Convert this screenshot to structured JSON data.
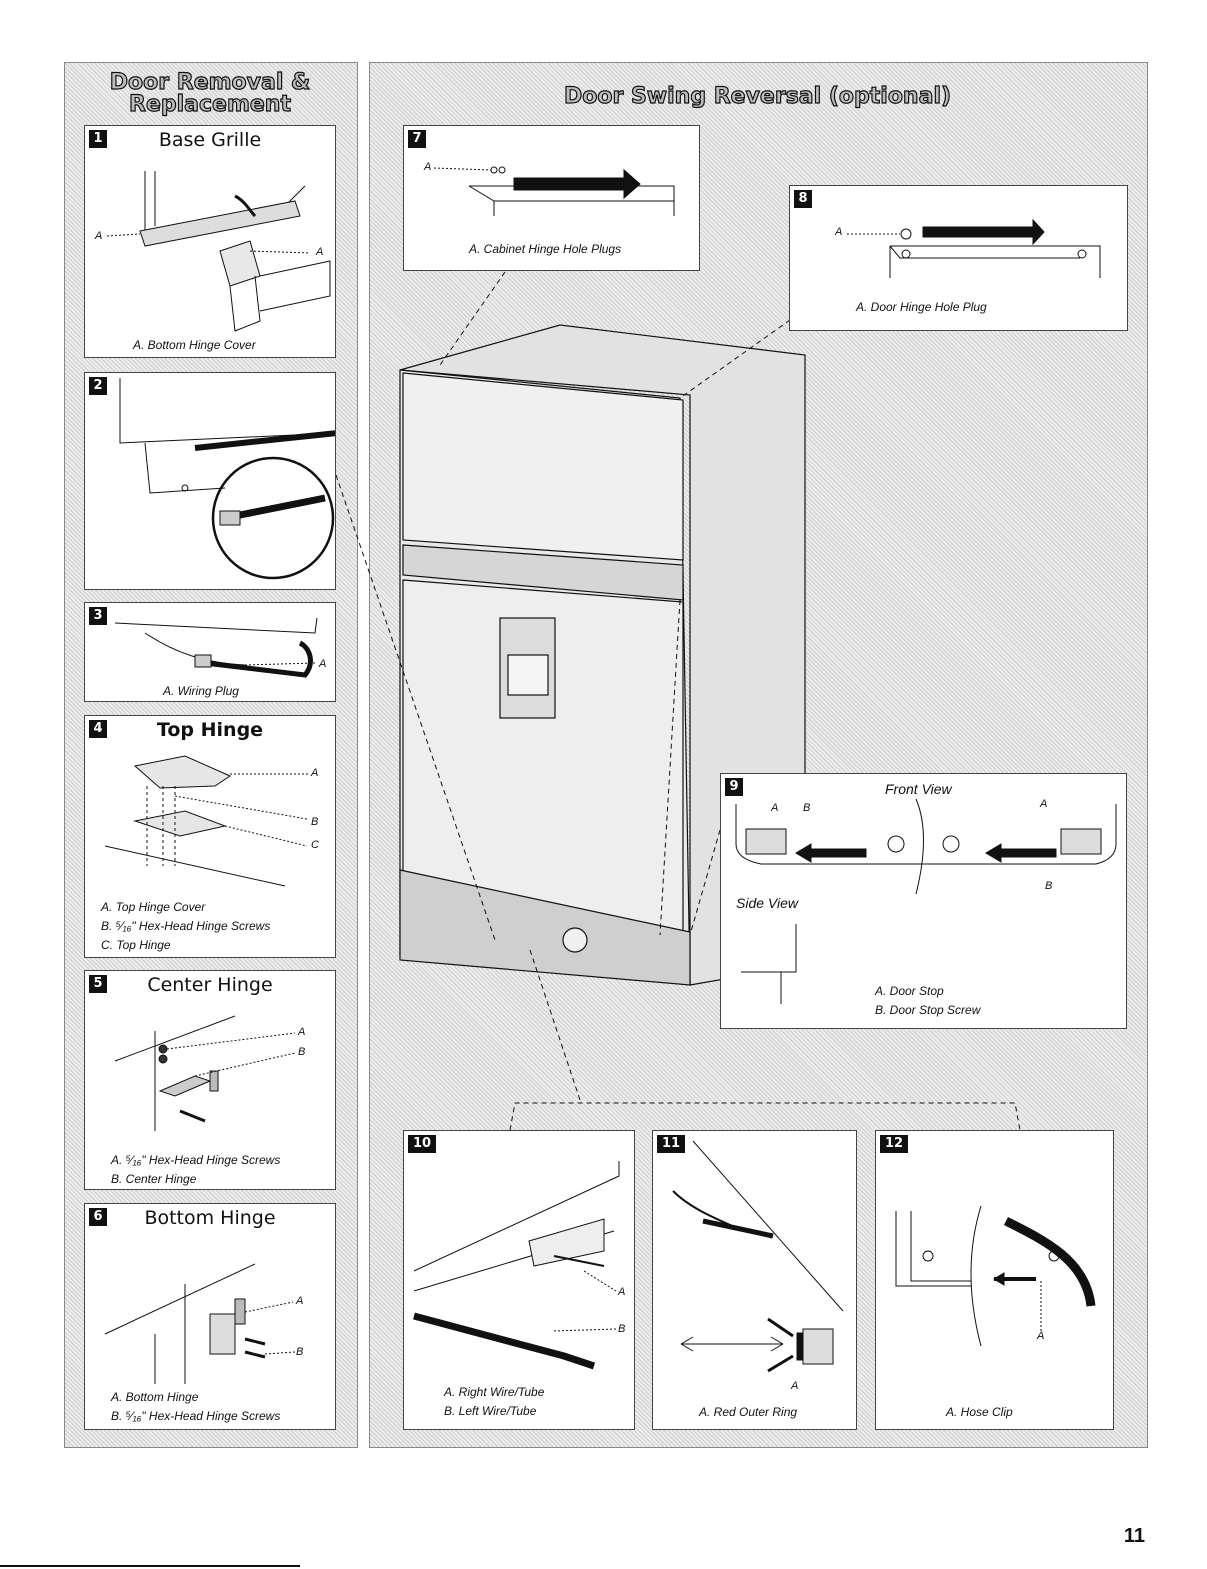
{
  "left_section": {
    "heading_line1": "Door Removal &",
    "heading_line2": "Replacement"
  },
  "right_section": {
    "heading": "Door Swing Reversal (optional)"
  },
  "steps": {
    "s1": {
      "num": "1",
      "title": "Base Grille",
      "caption": "A. Bottom Hinge Cover",
      "labels": [
        "A",
        "A"
      ]
    },
    "s2": {
      "num": "2"
    },
    "s3": {
      "num": "3",
      "caption": "A. Wiring Plug",
      "labels": [
        "A"
      ]
    },
    "s4": {
      "num": "4",
      "title": "Top Hinge",
      "captions": [
        "A. Top Hinge Cover",
        "B. ⁵⁄₁₆\" Hex-Head Hinge Screws",
        "C. Top Hinge"
      ],
      "labels": [
        "A",
        "B",
        "C"
      ]
    },
    "s5": {
      "num": "5",
      "title": "Center Hinge",
      "captions": [
        "A. ⁵⁄₁₆\" Hex-Head Hinge Screws",
        "B. Center Hinge"
      ],
      "labels": [
        "A",
        "B"
      ]
    },
    "s6": {
      "num": "6",
      "title": "Bottom Hinge",
      "captions": [
        "A. Bottom Hinge",
        "B. ⁵⁄₁₆\" Hex-Head Hinge Screws"
      ],
      "labels": [
        "A",
        "B"
      ]
    },
    "s7": {
      "num": "7",
      "caption": "A. Cabinet Hinge Hole Plugs",
      "labels": [
        "A"
      ]
    },
    "s8": {
      "num": "8",
      "caption": "A. Door Hinge Hole Plug",
      "labels": [
        "A"
      ]
    },
    "s9": {
      "num": "9",
      "front_view": "Front View",
      "side_view": "Side View",
      "captions": [
        "A. Door Stop",
        "B. Door Stop Screw"
      ],
      "labels": [
        "A",
        "B",
        "A",
        "B"
      ]
    },
    "s10": {
      "num": "10",
      "captions": [
        "A. Right Wire/Tube",
        "B. Left Wire/Tube"
      ],
      "labels": [
        "A",
        "B"
      ]
    },
    "s11": {
      "num": "11",
      "caption": "A. Red Outer Ring",
      "labels": [
        "A"
      ]
    },
    "s12": {
      "num": "12",
      "caption": "A. Hose Clip",
      "labels": [
        "A"
      ]
    }
  },
  "page_number": "11"
}
